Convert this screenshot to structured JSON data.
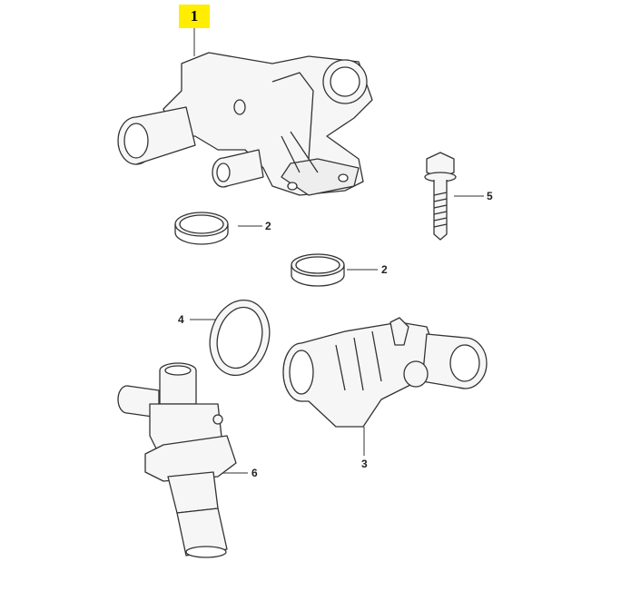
{
  "diagram": {
    "highlighted_callout": "1",
    "callouts": [
      {
        "id": "2a",
        "label": "2"
      },
      {
        "id": "2b",
        "label": "2"
      },
      {
        "id": "5",
        "label": "5"
      },
      {
        "id": "4",
        "label": "4"
      },
      {
        "id": "3",
        "label": "3"
      },
      {
        "id": "6",
        "label": "6"
      }
    ],
    "colors": {
      "highlight": "#ffee00",
      "line": "#333333",
      "leader": "#777777"
    }
  }
}
